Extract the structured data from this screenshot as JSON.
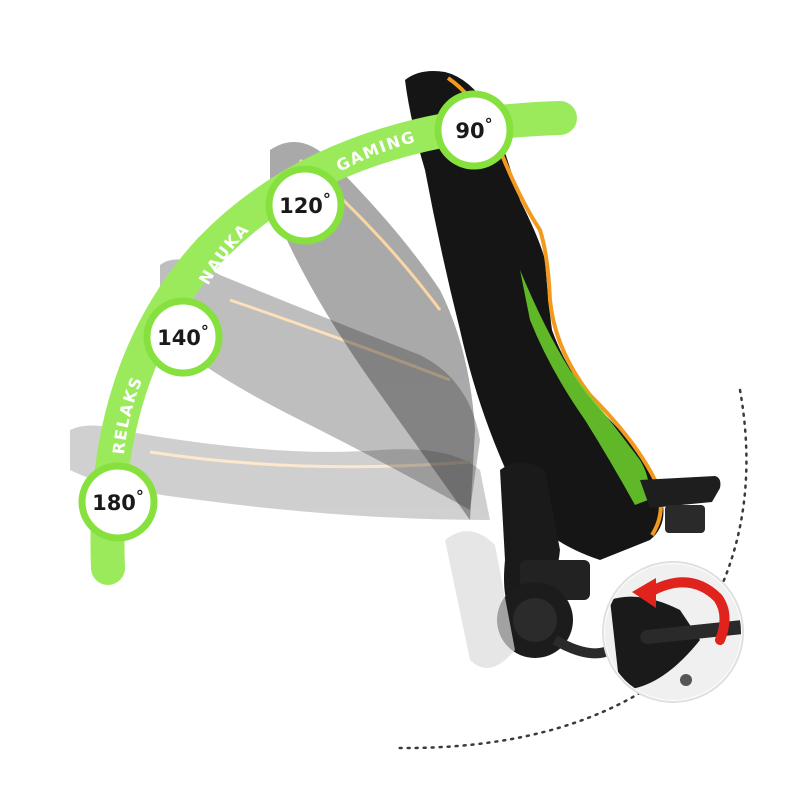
{
  "modes": {
    "gaming": "GAMING",
    "nauka": "NAUKA",
    "relaks": "RELAKS"
  },
  "angles": [
    {
      "label": "90",
      "unit": "°"
    },
    {
      "label": "120",
      "unit": "°"
    },
    {
      "label": "140",
      "unit": "°"
    },
    {
      "label": "180",
      "unit": "°"
    }
  ],
  "colors": {
    "accent_green": "#86e13f",
    "arc_green": "#9bea5b",
    "piping_orange": "#f39a1e",
    "rotate_arrow_red": "#e0231c",
    "chair_black": "#161616"
  },
  "icons": {
    "rotation": "counter-clockwise-arrow-icon",
    "knob": "recline-lever-icon"
  }
}
